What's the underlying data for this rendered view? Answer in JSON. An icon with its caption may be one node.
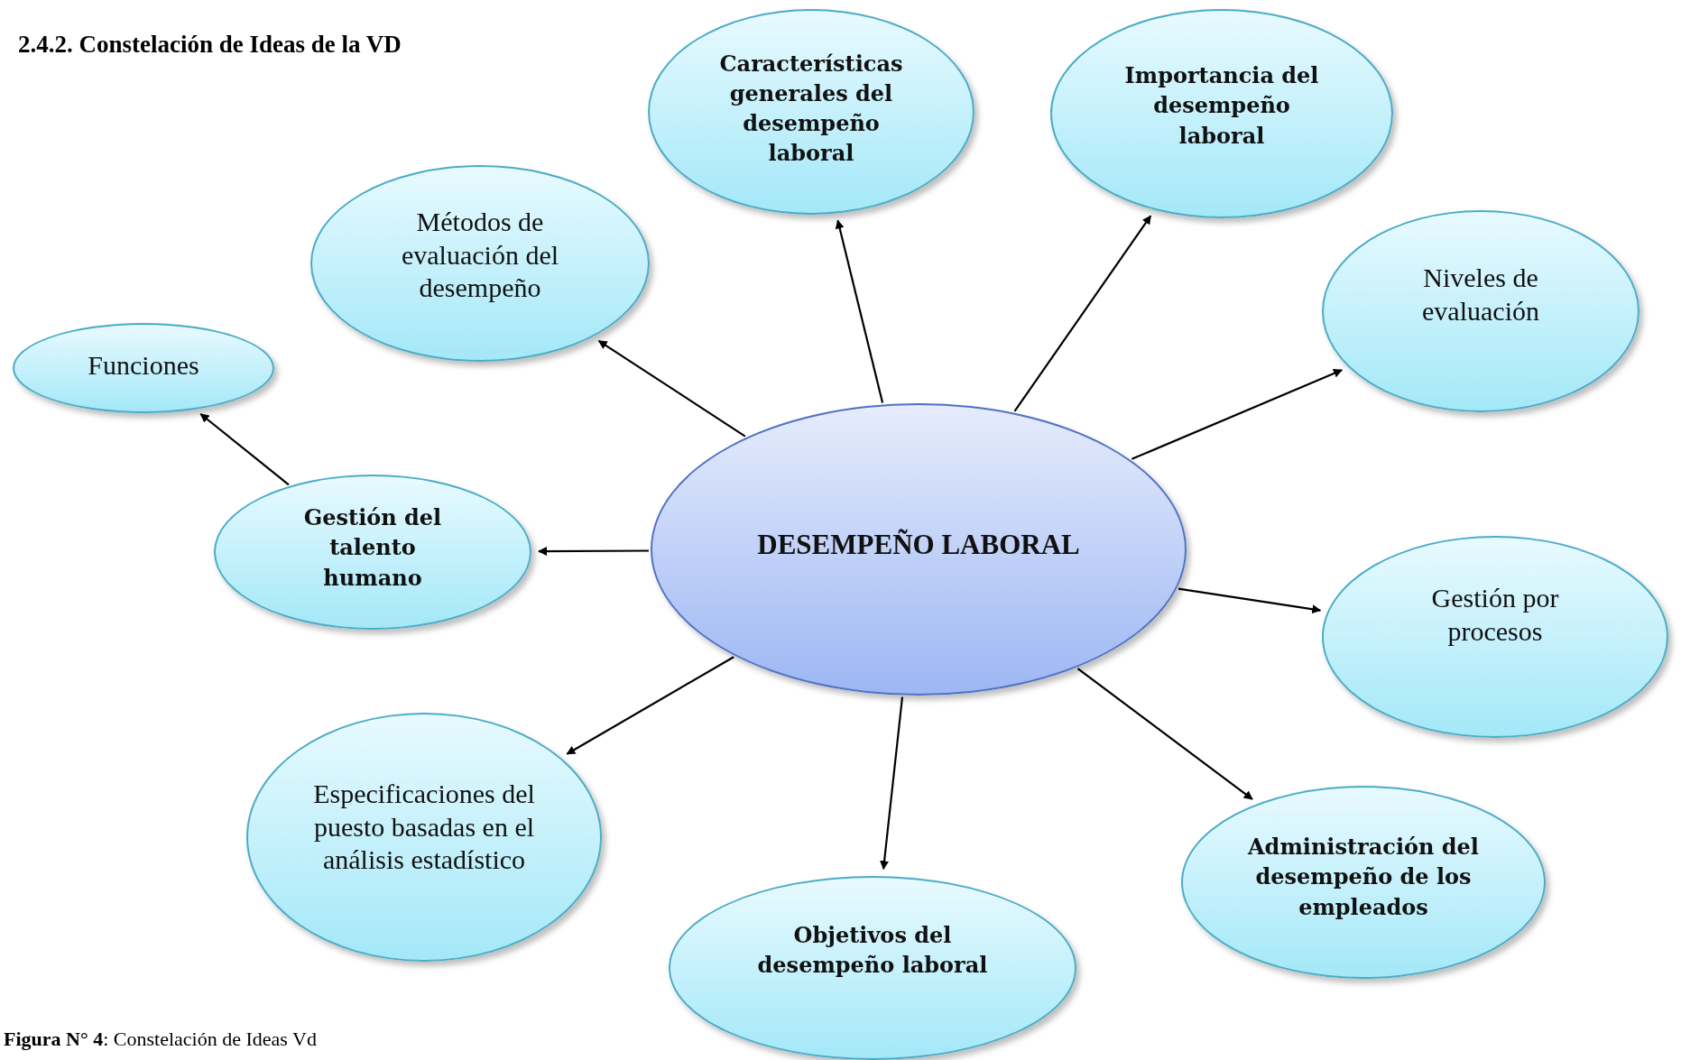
{
  "diagram": {
    "title": "2.4.2. Constelación de Ideas de la VD",
    "caption": "**Figura N° 4**: Constelación de Ideas Vd",
    "nodes": [
      {
        "text": [
          "DESEMPEÑO LABORAL"
        ]
      },
      {
        "text": [
          "Características generales del desempeño laboral"
        ]
      },
      {
        "text": [
          "Importancia del desempeño laboral"
        ]
      },
      {
        "text": [
          "Métodos de evaluación del desempeño"
        ]
      },
      {
        "text": [
          "Niveles de evaluación"
        ]
      },
      {
        "text": [
          "Funciones"
        ]
      },
      {
        "text": [
          "Gestión del talento humano"
        ]
      },
      {
        "text": [
          "Gestión por procesos"
        ]
      },
      {
        "text": [
          "Especificaciones del puesto basadas en el análisis estadístico"
        ]
      },
      {
        "text": [
          "Administración del desempeño de los empleados"
        ]
      },
      {
        "text": [
          "Objetivos del desempeño laboral"
        ]
      }
    ],
    "edges": [
      {
        "from": 0,
        "to": 3,
        "arrow": "to"
      },
      {
        "from": 0,
        "to": 1,
        "arrow": "to"
      },
      {
        "from": 0,
        "to": 2,
        "arrow": "to"
      },
      {
        "from": 0,
        "to": 4,
        "arrow": "to"
      },
      {
        "from": 6,
        "to": 5,
        "arrow": "to"
      },
      {
        "from": 0,
        "to": 6,
        "arrow": "to"
      },
      {
        "from": 0,
        "to": 7,
        "arrow": "to"
      },
      {
        "from": 0,
        "to": 8,
        "arrow": "to"
      },
      {
        "from": 0,
        "to": 9,
        "arrow": "to"
      },
      {
        "from": 0,
        "to": 10,
        "arrow": "to"
      }
    ]
  }
}
